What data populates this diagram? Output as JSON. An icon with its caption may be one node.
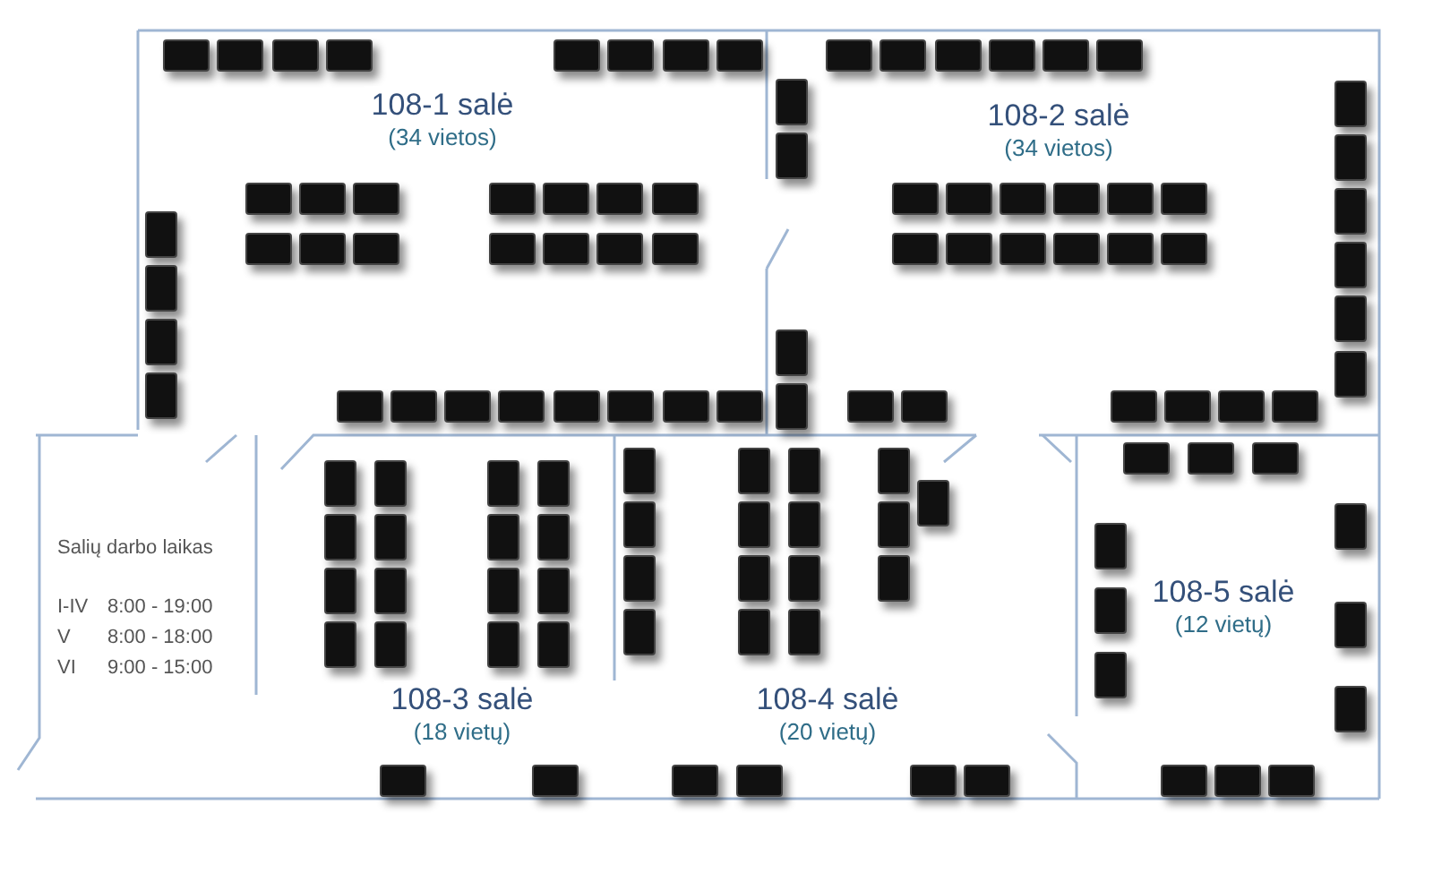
{
  "diagram": {
    "nodes": [
      {
        "text": [
          "108-1 salė",
          "(34 vietos)"
        ]
      },
      {
        "text": [
          "108-2 salė",
          "(34 vietos)"
        ]
      },
      {
        "text": [
          "108-3 salė",
          "(18 vietų)"
        ]
      },
      {
        "text": [
          "108-4 salė",
          "(20 vietų)"
        ]
      },
      {
        "text": [
          "108-5 salė",
          "(12 vietų)"
        ]
      }
    ],
    "labels": [
      "Salių darbo laikas",
      "I-IV",
      "8:00 - 19:00",
      "V",
      "8:00 - 18:00",
      "VI",
      "9:00 - 15:00"
    ]
  }
}
